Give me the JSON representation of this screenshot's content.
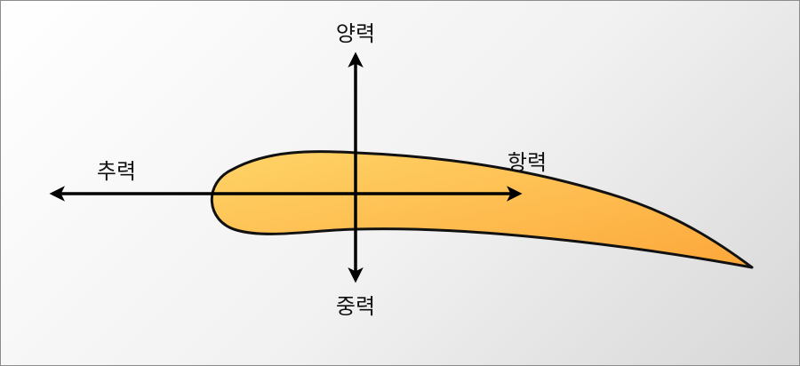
{
  "diagram": {
    "forces": {
      "lift": "양력",
      "thrust": "추력",
      "drag": "항력",
      "weight": "중력"
    },
    "colors": {
      "airfoil_fill_light": "#fed467",
      "airfoil_fill_dark": "#fda73a",
      "outline": "#111111",
      "arrow": "#000000"
    }
  }
}
